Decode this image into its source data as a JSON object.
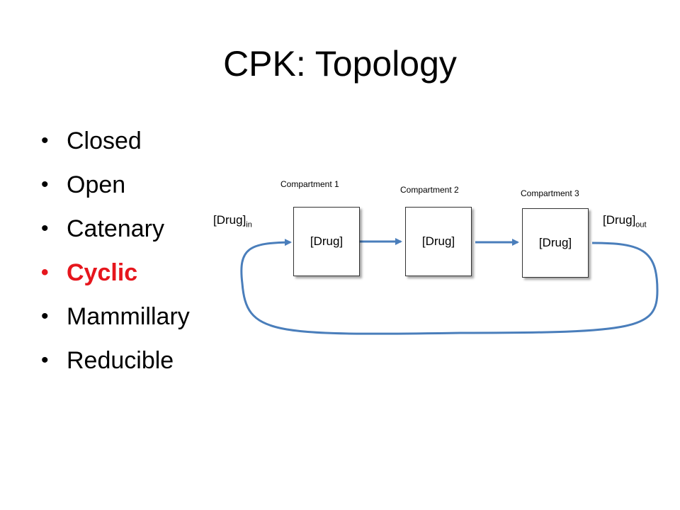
{
  "slide": {
    "title": "CPK: Topology",
    "bullets": [
      {
        "text": "Closed",
        "highlight": false
      },
      {
        "text": "Open",
        "highlight": false
      },
      {
        "text": "Catenary",
        "highlight": false
      },
      {
        "text": "Cyclic",
        "highlight": true
      },
      {
        "text": "Mammillary",
        "highlight": false
      },
      {
        "text": "Reducible",
        "highlight": false
      }
    ],
    "highlight_color": "#e6161d"
  },
  "diagram": {
    "compartments": [
      {
        "label": "Compartment 1",
        "content": "[Drug]"
      },
      {
        "label": "Compartment 2",
        "content": "[Drug]"
      },
      {
        "label": "Compartment 3",
        "content": "[Drug]"
      }
    ],
    "input_label": {
      "base": "[Drug]",
      "sub": "in"
    },
    "output_label": {
      "base": "[Drug]",
      "sub": "out"
    },
    "arrow_color": "#4a7ebb"
  }
}
